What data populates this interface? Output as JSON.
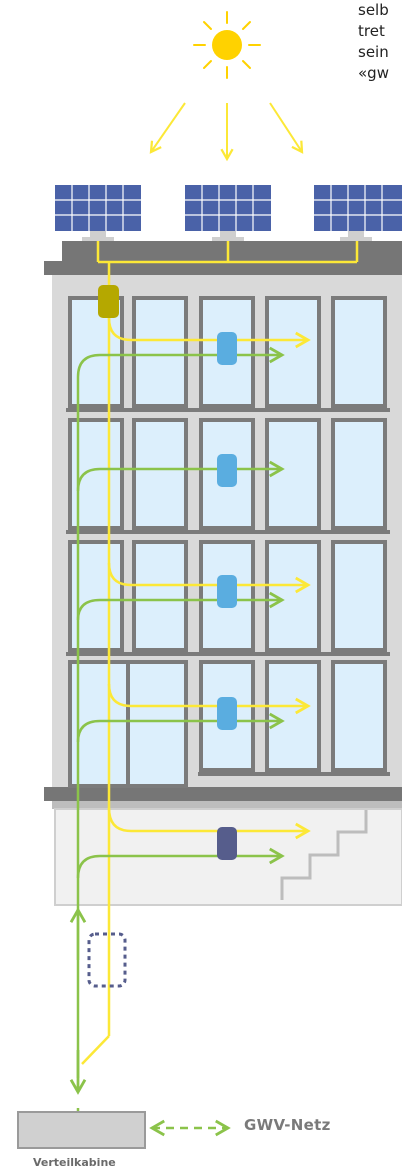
{
  "intro_text_lines": [
    "selb",
    "tret",
    "sein",
    "«gw"
  ],
  "labels": {
    "grid": "GWV-Netz",
    "substation": "Verteilkabine"
  },
  "colors": {
    "sun": "#FFD200",
    "solar_line": "#FCE837",
    "consumption_line": "#8BC34A",
    "building_wall": "#D9D9D9",
    "building_frame": "#7B7B7B",
    "roof": "#767676",
    "window_glass": "#DCEFFC",
    "meter_apartment": "#5AADE0",
    "meter_basement": "#565D8C",
    "main_meter": "#B5A800",
    "solar_panel": "#4A62A8",
    "substation_box": "#D0D0D0"
  },
  "icons": [
    "sun-icon",
    "solar-panel-icon",
    "meter-icon",
    "substation-icon"
  ]
}
